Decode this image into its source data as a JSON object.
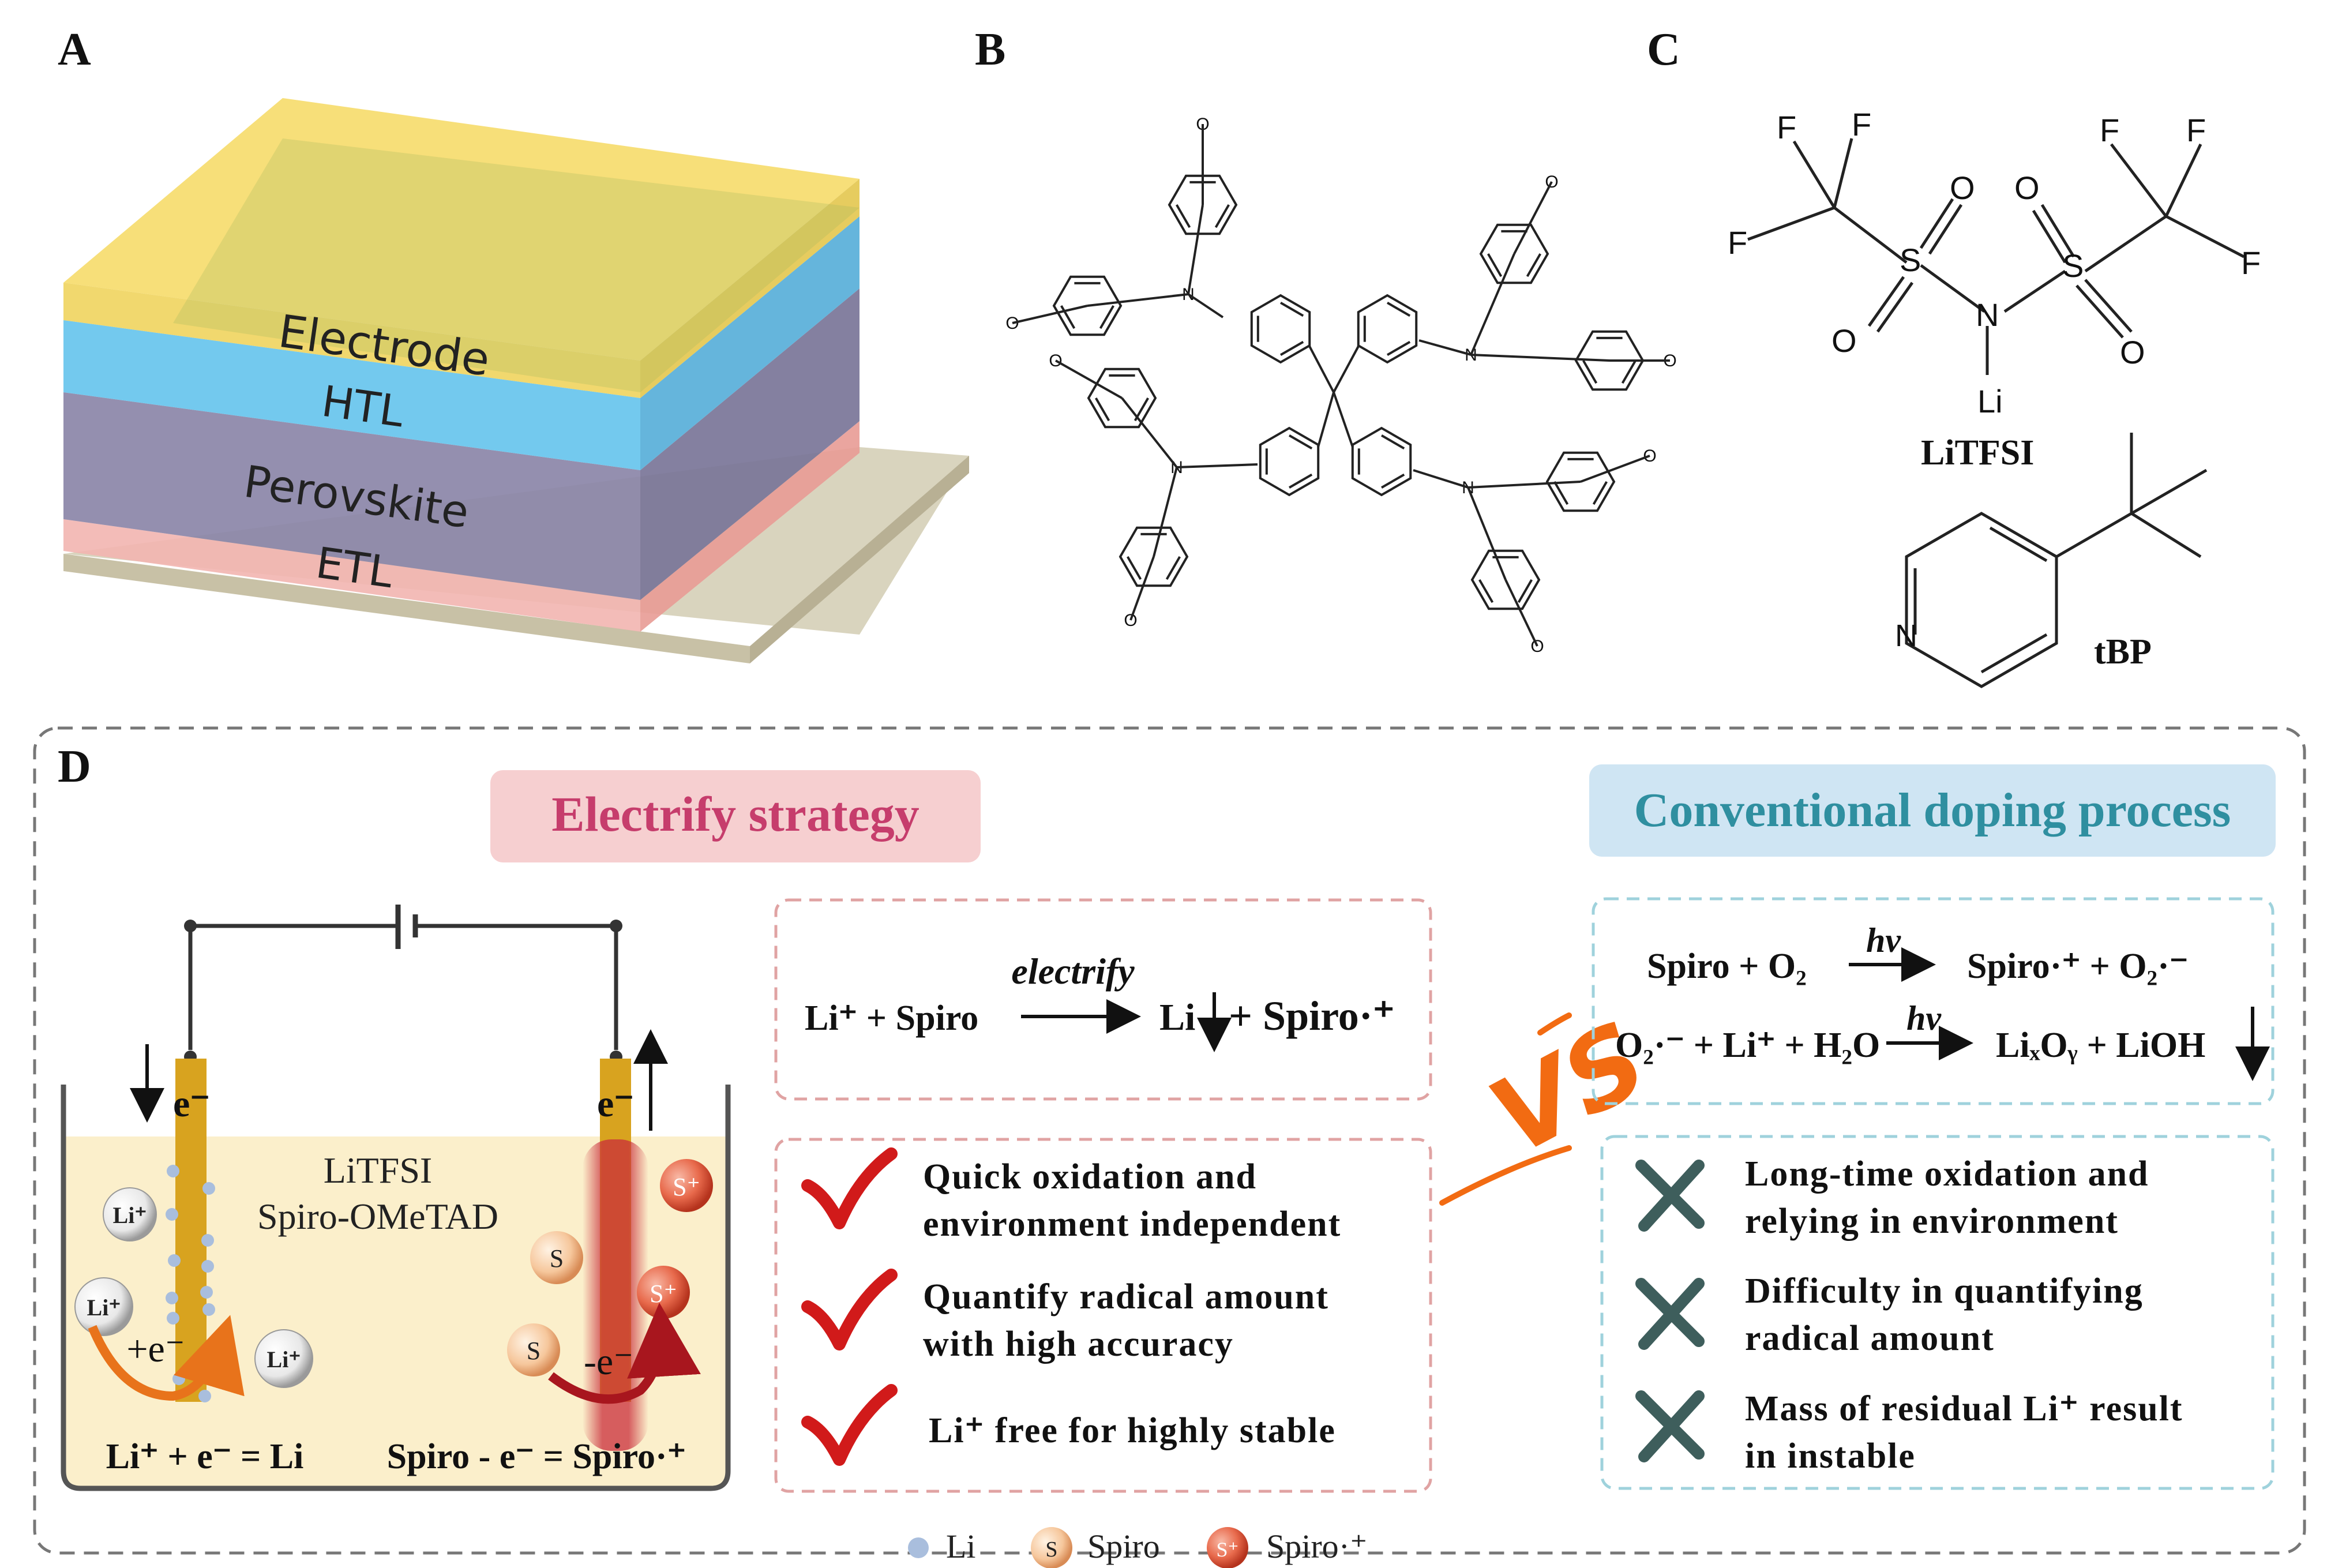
{
  "panel_labels": {
    "a": "A",
    "b": "B",
    "c": "C",
    "d": "D"
  },
  "panel_a": {
    "layers": {
      "electrode": "Electrode",
      "htl": "HTL",
      "perovskite": "Perovskite",
      "etl": "ETL"
    }
  },
  "panel_b": {
    "atom_n": "N",
    "atom_o": "O"
  },
  "panel_c": {
    "atoms": {
      "f": "F",
      "s": "S",
      "o": "O",
      "n": "N",
      "li": "Li"
    },
    "litfsi_label": "LiTFSI",
    "tbp_label": "tBP"
  },
  "panel_d": {
    "electrify_title": "Electrify strategy",
    "conventional_title": "Conventional doping process",
    "cell": {
      "electrode_label_left": "e⁻",
      "electrode_label_right": "e⁻",
      "solution_line1": "LiTFSI",
      "solution_line2": "Spiro-OMeTAD",
      "li_ion": "Li⁺",
      "spiro": "S",
      "spiro_cation": "S⁺",
      "gain_electron": "+e⁻",
      "lose_electron": "-e⁻",
      "equation_left": "Li⁺ + e⁻ = Li",
      "equation_right": "Spiro  - e⁻ = Spiro·⁺"
    },
    "electrify_reaction": {
      "arrow_label": "electrify",
      "left": "Li⁺ + Spiro",
      "right_li": "Li",
      "right_spiro": "+ Spiro·⁺"
    },
    "vs": "VS",
    "conventional_reactions": {
      "arrow_label": "hv",
      "line1_left": "Spiro + O₂",
      "line1_right": "Spiro·⁺ + O₂·⁻",
      "line2_left": "O₂·⁻ + Li⁺ + H₂O",
      "line2_right": "LiₓOᵧ + LiOH"
    },
    "advantages": [
      {
        "line1": "Quick oxidation and",
        "line2": "environment independent"
      },
      {
        "line1": "Quantify radical amount",
        "line2": "with high accuracy"
      },
      {
        "line1": "Li⁺ free for highly stable",
        "line2": ""
      }
    ],
    "disadvantages": [
      {
        "line1": "Long-time oxidation and",
        "line2": "relying in environment"
      },
      {
        "line1": "Difficulty in quantifying",
        "line2": "radical amount"
      },
      {
        "line1": "Mass of residual Li⁺ result",
        "line2": "in instable"
      }
    ],
    "legend": {
      "li": "Li",
      "spiro": "Spiro",
      "spiro_cation": "Spiro·⁺",
      "s": "S",
      "s_plus": "S⁺"
    }
  },
  "colors": {
    "electrode": "#F6DC6A",
    "htl": "#5BC0EB",
    "perovskite": "#8B86A8",
    "etl": "#F2B5B0",
    "substrate": "#D9D4BE",
    "electrify_title_bg": "#F6CFD0",
    "electrify_title_text": "#C63D6C",
    "conventional_title_bg": "#CFE5F3",
    "conventional_title_text": "#2F8FA0",
    "check": "#D11A1A",
    "cross": "#3E5E5C",
    "vs": "#F26B12",
    "solution": "#FBEFCB",
    "gold_electrode": "#D8A31F",
    "red_glow": "#C92C3A"
  }
}
